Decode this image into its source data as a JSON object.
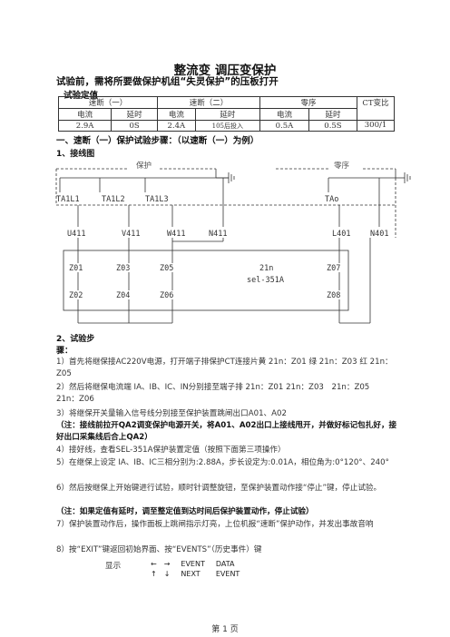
{
  "title": "整流变 调压变保护",
  "intro": "试验前，需将所要做保护机组“失灵保护”的压板打开",
  "table_heading": "试验定值",
  "settings_table": {
    "group_headers": [
      "速断（一）",
      "速断（二）",
      "零序",
      "CT变比"
    ],
    "col_headers": [
      "电流",
      "延时",
      "电流",
      "延时",
      "电流",
      "延时"
    ],
    "values": [
      "2.9A",
      "0S",
      "2.4A",
      "105后投入",
      "0.5A",
      "0.5S"
    ],
    "ct_ratio": "300/1"
  },
  "section1": "一、速断（一）保护试验步骤：（以速断（一）为例）",
  "sub1": "1、接线图",
  "diagram": {
    "protection": "保护",
    "zero_seq": "零序",
    "terminals_top": [
      "TA1L1",
      "TA1L2",
      "TA1L3",
      "TAo"
    ],
    "terminals_mid": [
      "U411",
      "V411",
      "W411",
      "N411",
      "L401",
      "N401"
    ],
    "z_left": [
      "Z01",
      "Z03",
      "Z05",
      "Z02",
      "Z04",
      "Z06"
    ],
    "device": [
      "21n",
      "sel-351A"
    ],
    "z_right": [
      "Z07",
      "Z08"
    ]
  },
  "sub2": "2、试验步",
  "sub2b": "骤：",
  "steps": [
    "1）首先将继保接AC220V电源，打开端子排保护CT连接片黄 21n：Z01 绿 21n：Z03 红 21n：Z05",
    "2）然后将继保电流端 IA、IB、IC、IN分别接至端子排 21n：Z01 21n：Z03　21n：Z05　21n：Z06",
    "3）将继保开关量输入信号线分别接至保护装置跳闸出口A01、A02",
    "（注：接线前拉开QA2调变保护电源开关，将A01、A02出口上接线甩开，并做好标记包扎好，接好出口采集线后合上QA2）",
    "4）接好线，查看SEL-351A保护装置定值（按照下面第三项操作）",
    "5）在继保上设定 IA、IB、IC三相分别为:2.88A，步长设定为:0.01A，相位角为:0°120°、240°",
    "6）然后按继保上开始键进行试验，顺时针调整旋钮，至保护装置动作接“停止”键，停止试验。",
    "（注：如果定值有延时，调至整定值到达时间后保护装置动作，停止试验）",
    "7）保护装置动作后，操作面板上跳闸指示灯亮，上位机报“速断”保护动作，并发出事故音响",
    "8）按“EXIT”键返回初始界面、按“EVENTS”（历史事件）键"
  ],
  "display_label": "显示",
  "display_table": [
    [
      "←　→",
      "EVENT",
      "DATA"
    ],
    [
      "↑　↓",
      "NEXT",
      "EVENT"
    ]
  ],
  "footer": "第 1 页"
}
